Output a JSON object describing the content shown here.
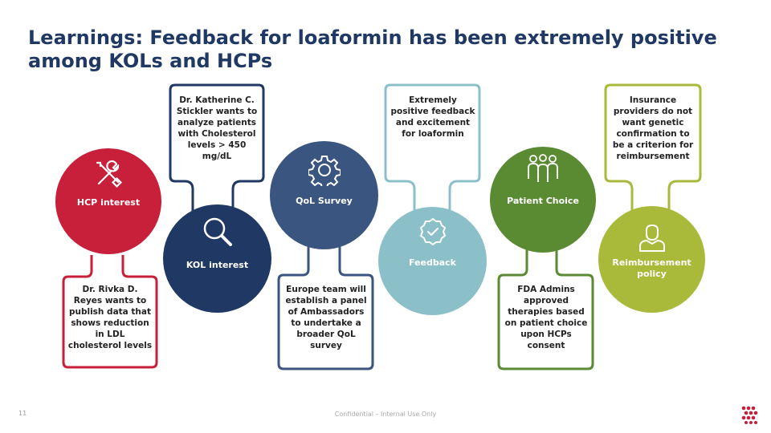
{
  "slide": {
    "title": "Learnings: Feedback for loaformin has been extremely positive among KOLs and HCPs",
    "page_number": "11",
    "confidential": "Confidential – Internal Use Only"
  },
  "colors": {
    "title": "#1f3864",
    "hcp": "#c8203a",
    "kol": "#1f3864",
    "qol": "#3a5680",
    "feedback": "#8cc0c8",
    "patient": "#5a8a32",
    "reimbursement": "#a9b93a",
    "logo": "#c8203a"
  },
  "items": [
    {
      "label": "HCP interest",
      "icon": "tools-icon",
      "text": "Dr. Rivka D. Reyes wants to publish data that shows reduction in LDL cholesterol levels"
    },
    {
      "label": "KOL interest",
      "icon": "magnifier-icon",
      "text": "Dr. Katherine C. Stickler wants to analyze patients with Cholesterol levels > 450 mg/dL"
    },
    {
      "label": "QoL Survey",
      "icon": "gear-icon",
      "text": "Europe team will establish a panel of Ambassadors to undertake a broader QoL survey"
    },
    {
      "label": "Feedback",
      "icon": "check-badge-icon",
      "text": "Extremely positive feedback and excitement for loaformin"
    },
    {
      "label": "Patient Choice",
      "icon": "people-icon",
      "text": "FDA Admins approved therapies based on patient choice upon HCPs consent"
    },
    {
      "label": "Reimbursement policy",
      "icon": "person-icon",
      "text": "Insurance providers do not want genetic confirmation to be a criterion for reimbursement"
    }
  ]
}
